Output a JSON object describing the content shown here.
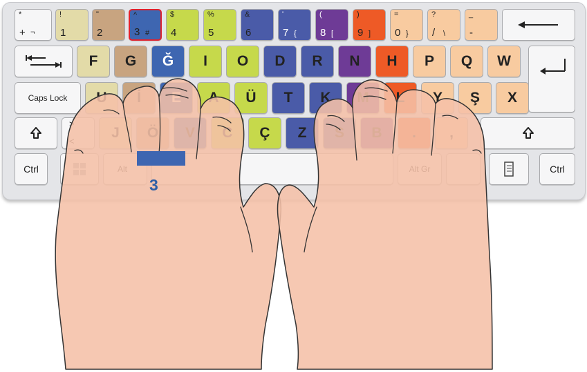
{
  "colors": {
    "pinky_left": "#e3dba8",
    "ring_left": "#c8a480",
    "middle_left_blue": "#3e66b1",
    "index_left_green": "#c6d94b",
    "index_right_blue": "#4a5ba8",
    "middle_right_purple": "#6e3b96",
    "ring_right_orange": "#ee5a26",
    "pinky_right_peach": "#f8cba0",
    "neutral": "#f6f6f7",
    "skin": "#f5c0a7"
  },
  "number_row": [
    {
      "top": "*",
      "bottom": "+",
      "right": "¬"
    },
    {
      "top": "!",
      "bottom": "1",
      "right": ""
    },
    {
      "top": "\"",
      "bottom": "2",
      "right": ""
    },
    {
      "top": "^",
      "bottom": "3",
      "right": "#"
    },
    {
      "top": "$",
      "bottom": "4",
      "right": ""
    },
    {
      "top": "%",
      "bottom": "5",
      "right": ""
    },
    {
      "top": "&",
      "bottom": "6",
      "right": ""
    },
    {
      "top": "'",
      "bottom": "7",
      "right": "{"
    },
    {
      "top": "(",
      "bottom": "8",
      "right": "["
    },
    {
      "top": ")",
      "bottom": "9",
      "right": "]"
    },
    {
      "top": "=",
      "bottom": "0",
      "right": "}"
    },
    {
      "top": "?",
      "bottom": "/",
      "right": "\\"
    },
    {
      "top": "_",
      "bottom": "-",
      "right": ""
    }
  ],
  "top_row": [
    "F",
    "G",
    "Ğ",
    "I",
    "O",
    "D",
    "R",
    "N",
    "H",
    "P",
    "Q",
    "W"
  ],
  "home_row": [
    "U",
    "İ",
    "E",
    "A",
    "Ü",
    "T",
    "K",
    "M",
    "L",
    "Y",
    "Ş",
    "X"
  ],
  "bottom_row": [
    "J",
    "Ö",
    "V",
    "C",
    "Ç",
    "Z",
    "S",
    "B",
    ".",
    ","
  ],
  "bottom_left_extra": {
    "top": ">",
    "bottom": "<"
  },
  "modifiers": {
    "caps_lock": "Caps Lock",
    "ctrl_left": "Ctrl",
    "ctrl_right": "Ctrl",
    "alt": "Alt",
    "alt_gr": "Alt Gr"
  },
  "icons": {
    "backspace": "arrow-left-icon",
    "tab": "tab-arrows-icon",
    "enter": "enter-arrow-icon",
    "shift": "shift-arrow-icon",
    "windows": "windows-logo-icon",
    "menu": "context-menu-icon"
  },
  "finger_label": "3",
  "highlighted_key": "3"
}
